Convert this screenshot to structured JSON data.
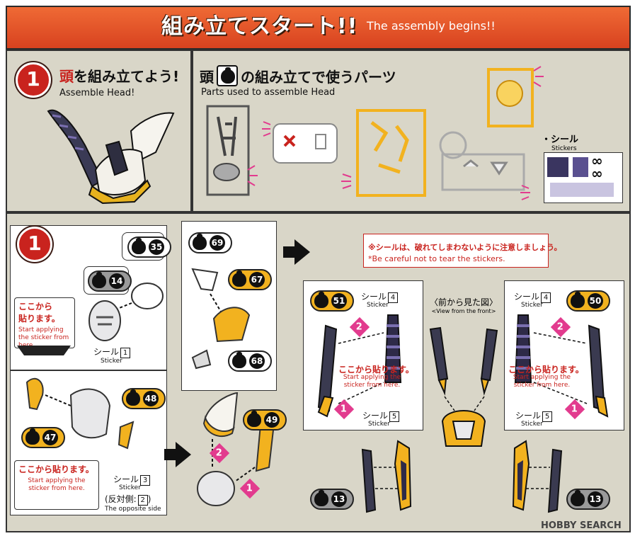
{
  "banner": {
    "title_jp": "組み立てスタート!!",
    "title_en": "The assembly begins!!"
  },
  "step_header": {
    "number": "1",
    "title_red": "頭",
    "title_rest": "を組み立てよう!",
    "subtitle": "Assemble Head!"
  },
  "parts_header": {
    "title_prefix": "頭",
    "title_suffix": "の組み立てで使うパーツ",
    "subtitle": "Parts used to assemble Head",
    "sticker_label": "・シール",
    "sticker_en": "Stickers"
  },
  "assembly": {
    "step_number": "1",
    "parts": [
      "35",
      "14",
      "48",
      "47",
      "69",
      "67",
      "68",
      "49",
      "51",
      "50",
      "13",
      "13"
    ],
    "start_left_jp": "ここから\n貼ります。",
    "start_left_en": "Start applying the sticker from here.",
    "sticker1": "シール",
    "sticker1_num": "1",
    "sticker_en": "Sticker",
    "start_mid_jp": "ここから貼ります。",
    "start_mid_en": "Start applying the sticker from here.",
    "sticker3": "シール",
    "sticker3_num": "3",
    "opposite_jp": "(反対側:",
    "opposite_num": "2",
    "opposite_close": ")",
    "opposite_en": "The opposite side",
    "step_markers": [
      "2",
      "1"
    ],
    "warning_jp": "※シールは、破れてしまわないように注意しましょう。",
    "warning_en": "*Be careful not to tear the stickers.",
    "sticker4": "シール",
    "sticker4_num": "4",
    "sticker5": "シール",
    "sticker5_num": "5",
    "start_right_jp": "ここから貼ります。",
    "start_right_en": "Start applying the sticker from here.",
    "front_view_jp": "〈前から見た図〉",
    "front_view_en": "<View from the front>"
  },
  "footer": {
    "logo": "HOBBY SEARCH"
  },
  "colors": {
    "banner": "#e0512a",
    "panel": "#d9d6c8",
    "accent_red": "#c9231e",
    "part_yellow": "#f2b21f",
    "marker_pink": "#e23b8e"
  }
}
